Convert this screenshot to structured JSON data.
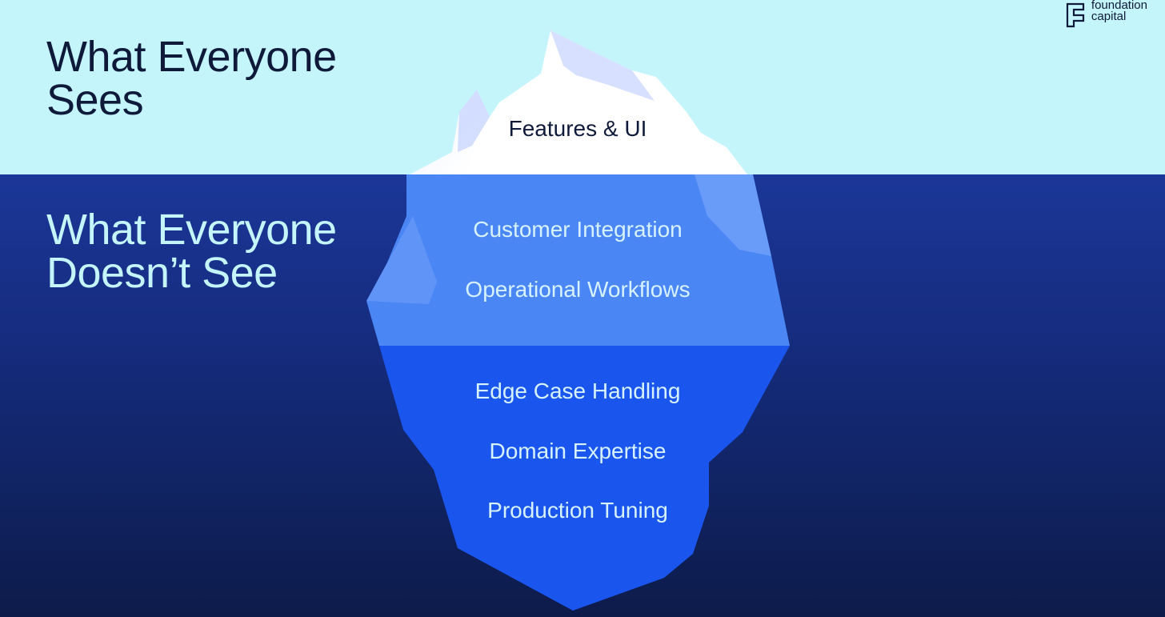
{
  "headlines": {
    "above": "What Everyone Sees",
    "below": "What Everyone Doesn’t See"
  },
  "iceberg": {
    "tip_items": [
      "Features & UI"
    ],
    "middle_items": [
      "Customer Integration",
      "Operational Workflows"
    ],
    "deep_items": [
      "Edge Case Handling",
      "Domain Expertise",
      "Production Tuning"
    ]
  },
  "logo": {
    "line1": "foundation",
    "line2": "capital",
    "icon": "foundation-capital-logo-icon"
  },
  "colors": {
    "sky": "#c4f5fb",
    "sea_top": "#1b3798",
    "sea_bottom": "#0d1b4a",
    "ice_tip": "#ffffff",
    "ice_middle": "#4b86f5",
    "ice_deep": "#1a56ee",
    "text_dark": "#0f1a3a",
    "text_light": "#c4f5fb"
  }
}
